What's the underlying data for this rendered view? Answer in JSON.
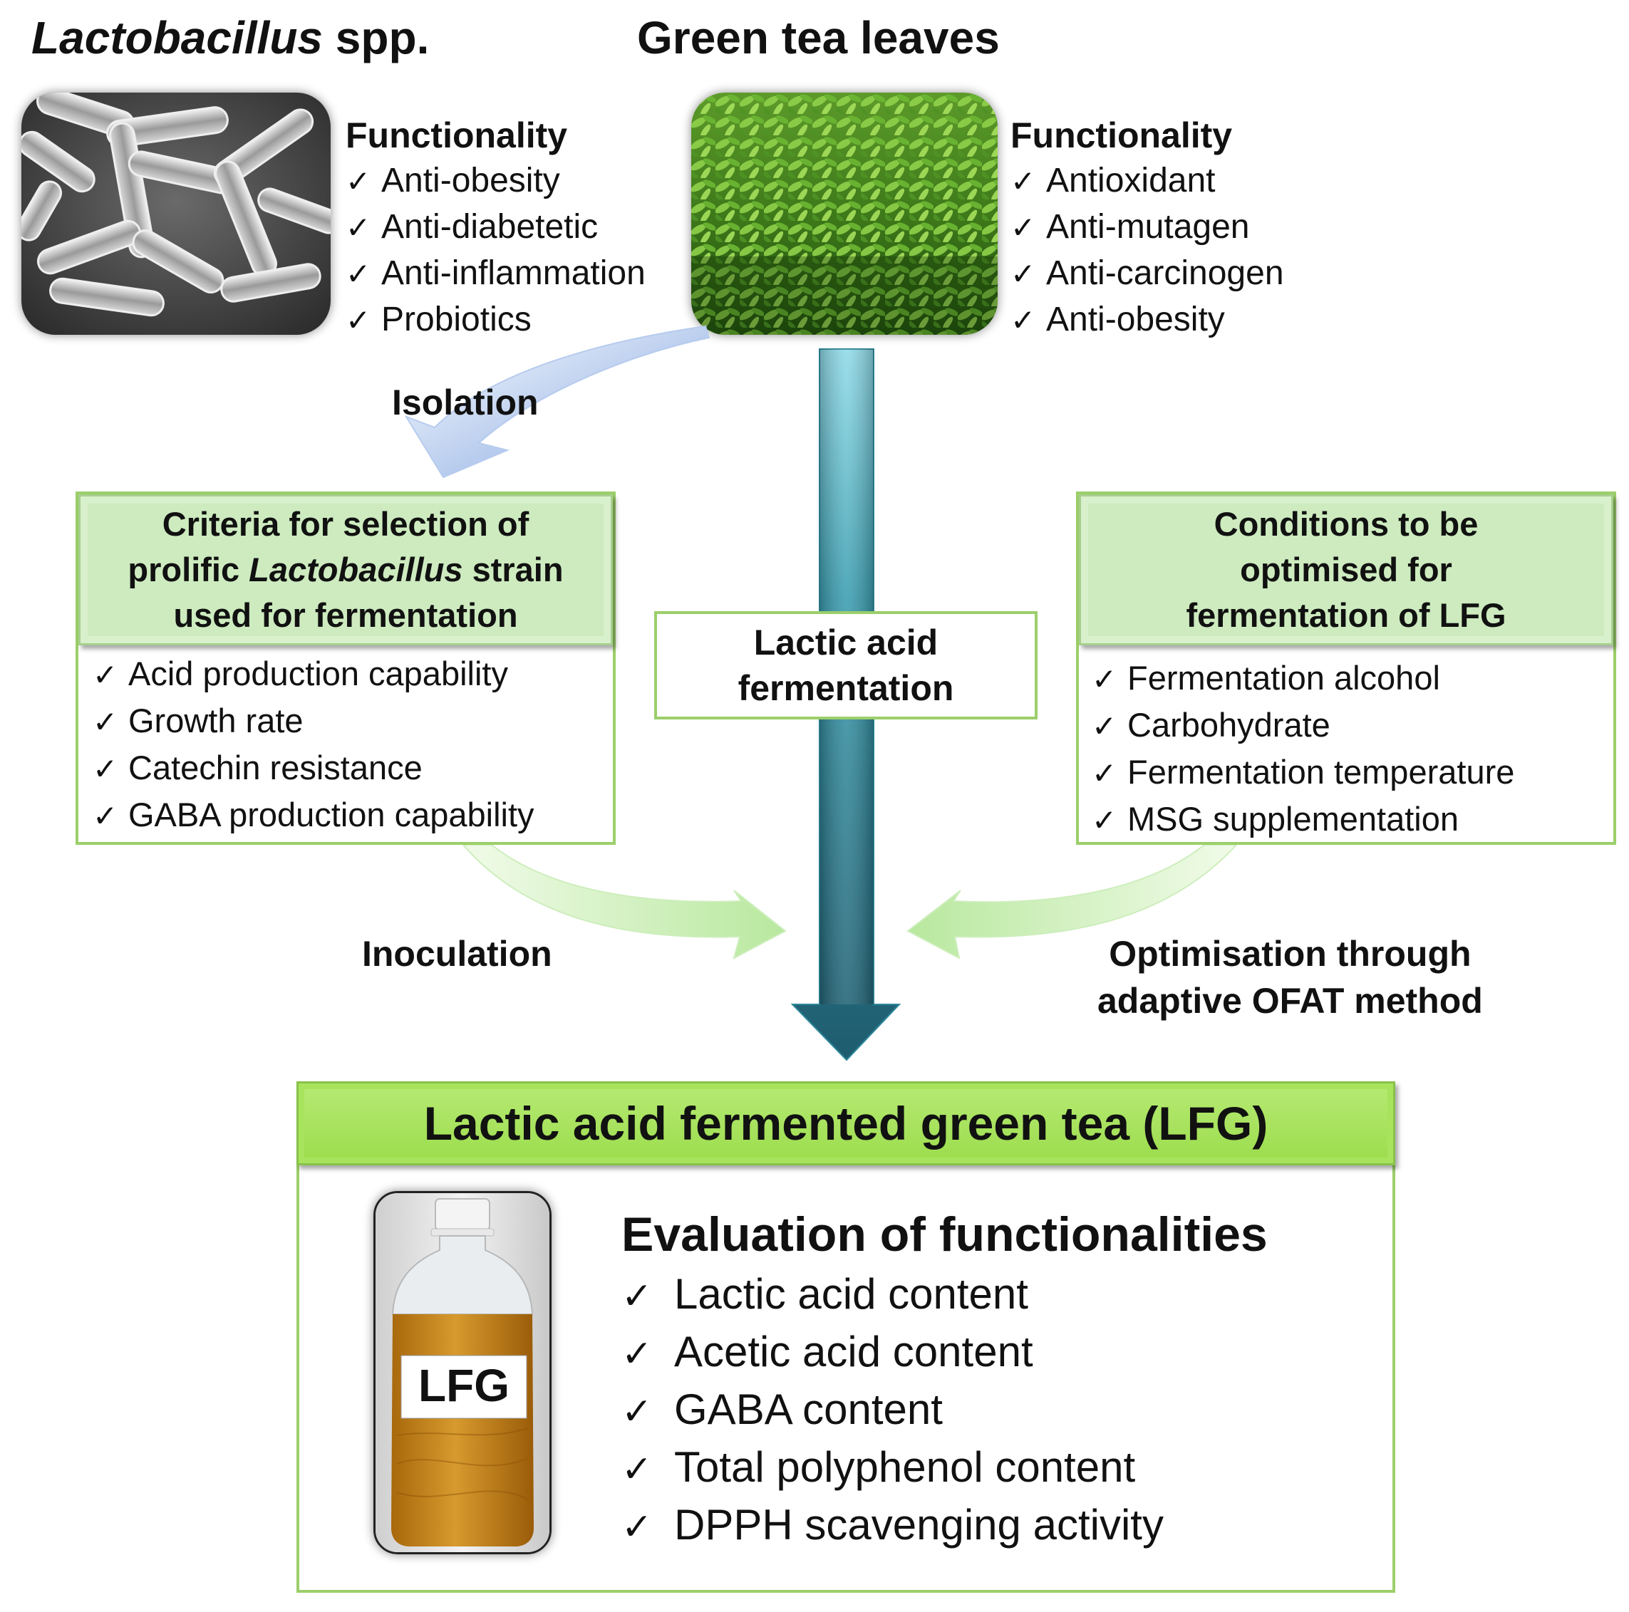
{
  "left_title": {
    "italic": "Lactobacillus",
    "rest": " spp."
  },
  "right_title": "Green tea leaves",
  "lacto_functionality": {
    "heading": "Functionality",
    "items": [
      "Anti-obesity",
      "Anti-diabetetic",
      "Anti-inflammation",
      "Probiotics"
    ]
  },
  "tea_functionality": {
    "heading": "Functionality",
    "items": [
      "Antioxidant",
      "Anti-mutagen",
      "Anti-carcinogen",
      "Anti-obesity"
    ]
  },
  "isolation_label": "Isolation",
  "criteria": {
    "heading_line1": "Criteria for selection of",
    "heading_line2_pre": "prolific ",
    "heading_line2_italic": "Lactobacillus",
    "heading_line2_post": " strain",
    "heading_line3": "used for fermentation",
    "items": [
      "Acid production capability",
      "Growth rate",
      "Catechin resistance",
      "GABA production capability"
    ]
  },
  "conditions": {
    "heading_line1": "Conditions to be",
    "heading_line2": "optimised for",
    "heading_line3": "fermentation of LFG",
    "items": [
      "Fermentation alcohol",
      "Carbohydrate",
      "Fermentation temperature",
      "MSG supplementation"
    ]
  },
  "fermentation_box": {
    "line1": "Lactic acid",
    "line2": "fermentation"
  },
  "inoculation_label": "Inoculation",
  "optimisation_label": {
    "line1": "Optimisation through",
    "line2": "adaptive OFAT method"
  },
  "lfg": {
    "title": "Lactic acid fermented green tea (LFG)",
    "bottle_label": "LFG",
    "evaluation_heading": "Evaluation of functionalities",
    "items": [
      "Lactic acid content",
      "Acetic acid content",
      "GABA content",
      "Total polyphenol content",
      "DPPH scavenging activity"
    ]
  },
  "tick_symbol": "✓",
  "colors": {
    "box_border": "#9ccf6a",
    "box_header_fill": "#cdebbf",
    "lfg_header_fill": "#a7e35c",
    "main_arrow": "#2a7f92",
    "side_arrows": "#c3ecad",
    "isolation_arrow": "#8fb0e6"
  }
}
